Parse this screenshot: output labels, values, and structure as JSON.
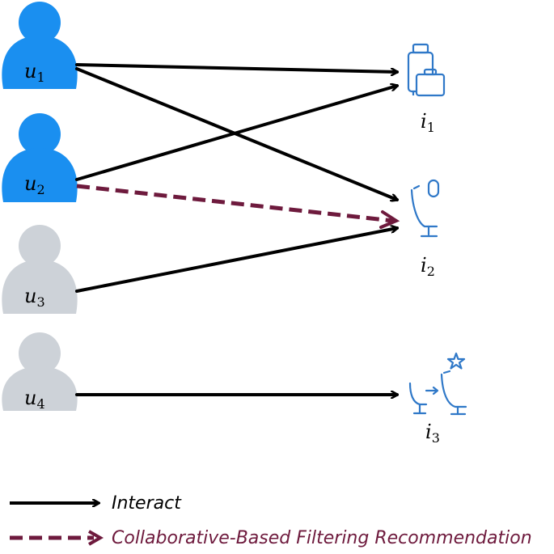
{
  "users": [
    {
      "letter": "u",
      "index": "1",
      "active": true
    },
    {
      "letter": "u",
      "index": "2",
      "active": true
    },
    {
      "letter": "u",
      "index": "3",
      "active": false
    },
    {
      "letter": "u",
      "index": "4",
      "active": false
    }
  ],
  "items": [
    {
      "letter": "i",
      "index": "1",
      "icon": "luggage-icon"
    },
    {
      "letter": "i",
      "index": "2",
      "icon": "airplane-seat-window-icon"
    },
    {
      "letter": "i",
      "index": "3",
      "icon": "seat-upgrade-star-icon"
    }
  ],
  "edges": [
    {
      "from": "u1",
      "to": "i1",
      "kind": "interact"
    },
    {
      "from": "u1",
      "to": "i2",
      "kind": "interact"
    },
    {
      "from": "u2",
      "to": "i1",
      "kind": "interact"
    },
    {
      "from": "u2",
      "to": "i2",
      "kind": "recommendation"
    },
    {
      "from": "u3",
      "to": "i2",
      "kind": "interact"
    },
    {
      "from": "u4",
      "to": "i3",
      "kind": "interact"
    }
  ],
  "legend": {
    "interact_label": "Interact",
    "recommendation_label": "Collaborative-Based Filtering Recommendation"
  },
  "colors": {
    "active_user": "#1a8ff0",
    "inactive_user": "#cdd2d8",
    "interact": "#000000",
    "recommendation": "#6e1a3d",
    "item_icon": "#2f78c8"
  }
}
